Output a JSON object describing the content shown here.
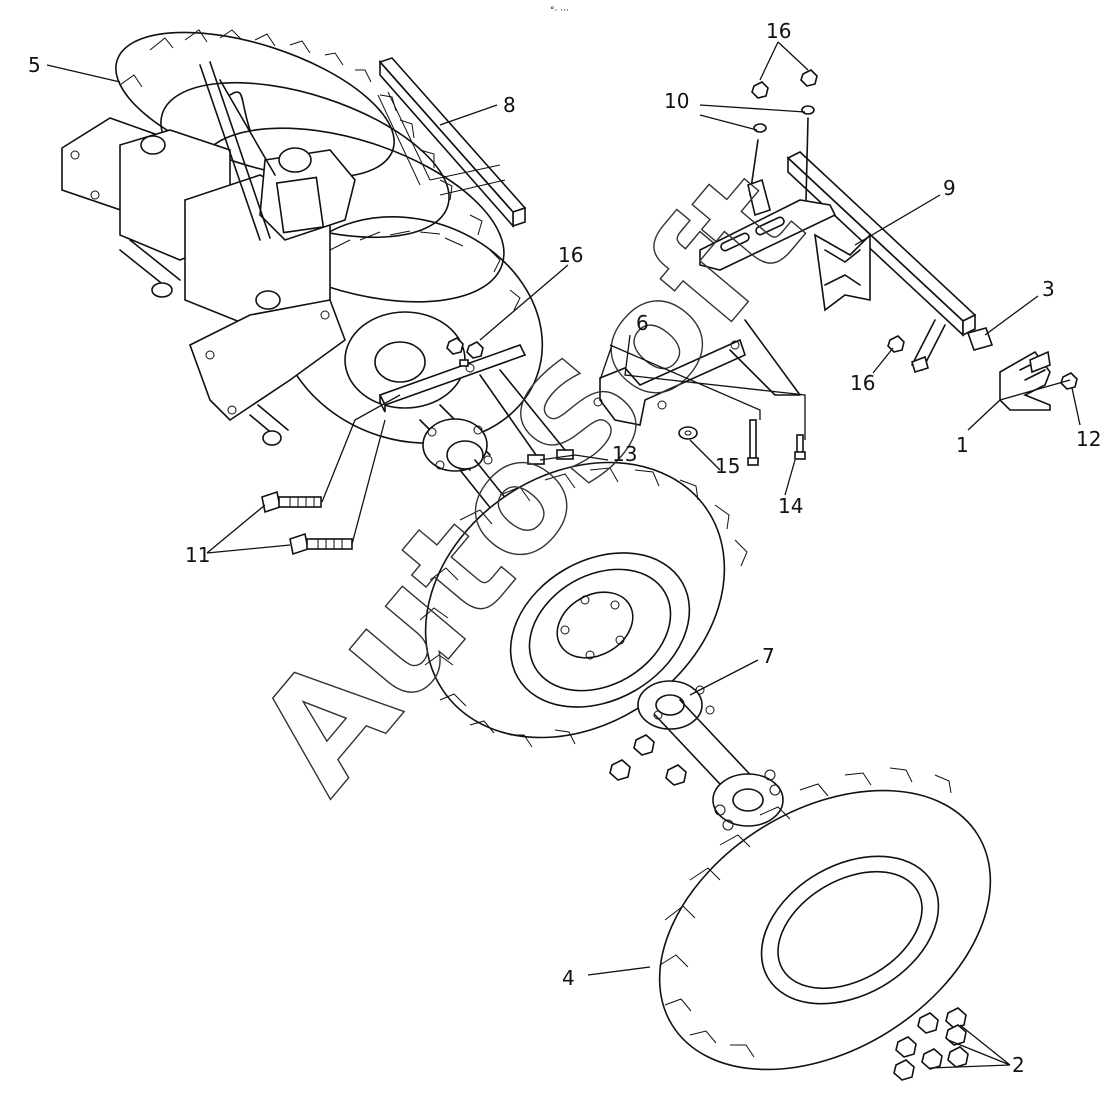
{
  "header_mark": "°· ···",
  "watermark": "AutoSoft",
  "callouts": [
    {
      "id": "c1",
      "label": "1"
    },
    {
      "id": "c2",
      "label": "2"
    },
    {
      "id": "c3",
      "label": "3"
    },
    {
      "id": "c4",
      "label": "4"
    },
    {
      "id": "c5",
      "label": "5"
    },
    {
      "id": "c6",
      "label": "6"
    },
    {
      "id": "c7",
      "label": "7"
    },
    {
      "id": "c8",
      "label": "8"
    },
    {
      "id": "c9",
      "label": "9"
    },
    {
      "id": "c10",
      "label": "10"
    },
    {
      "id": "c11",
      "label": "11"
    },
    {
      "id": "c12",
      "label": "12"
    },
    {
      "id": "c13",
      "label": "13"
    },
    {
      "id": "c14",
      "label": "14"
    },
    {
      "id": "c15",
      "label": "15"
    },
    {
      "id": "c16a",
      "label": "16"
    },
    {
      "id": "c16b",
      "label": "16"
    },
    {
      "id": "c16c",
      "label": "16"
    }
  ]
}
